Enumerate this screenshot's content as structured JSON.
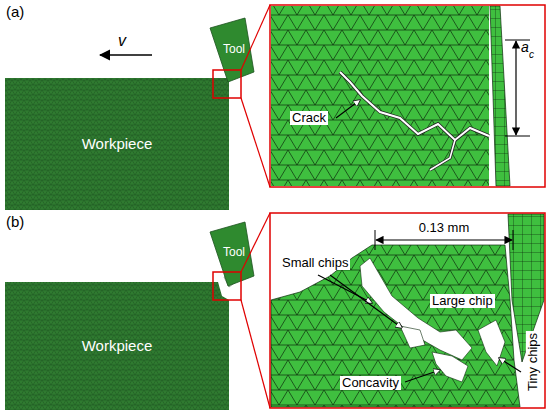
{
  "diagram": {
    "nodes": [
      {
        "text": [
          "Workpiece"
        ]
      },
      {
        "text": [
          "Tool"
        ]
      },
      {
        "text": [
          "Workpiece"
        ]
      },
      {
        "text": [
          "Tool"
        ]
      }
    ],
    "labels": [
      "(a)",
      "v",
      "Crack",
      "a",
      "c",
      "(b)",
      "0.13 mm",
      "Small chips",
      "Large chip",
      "Tiny chips",
      "Concavity"
    ]
  }
}
